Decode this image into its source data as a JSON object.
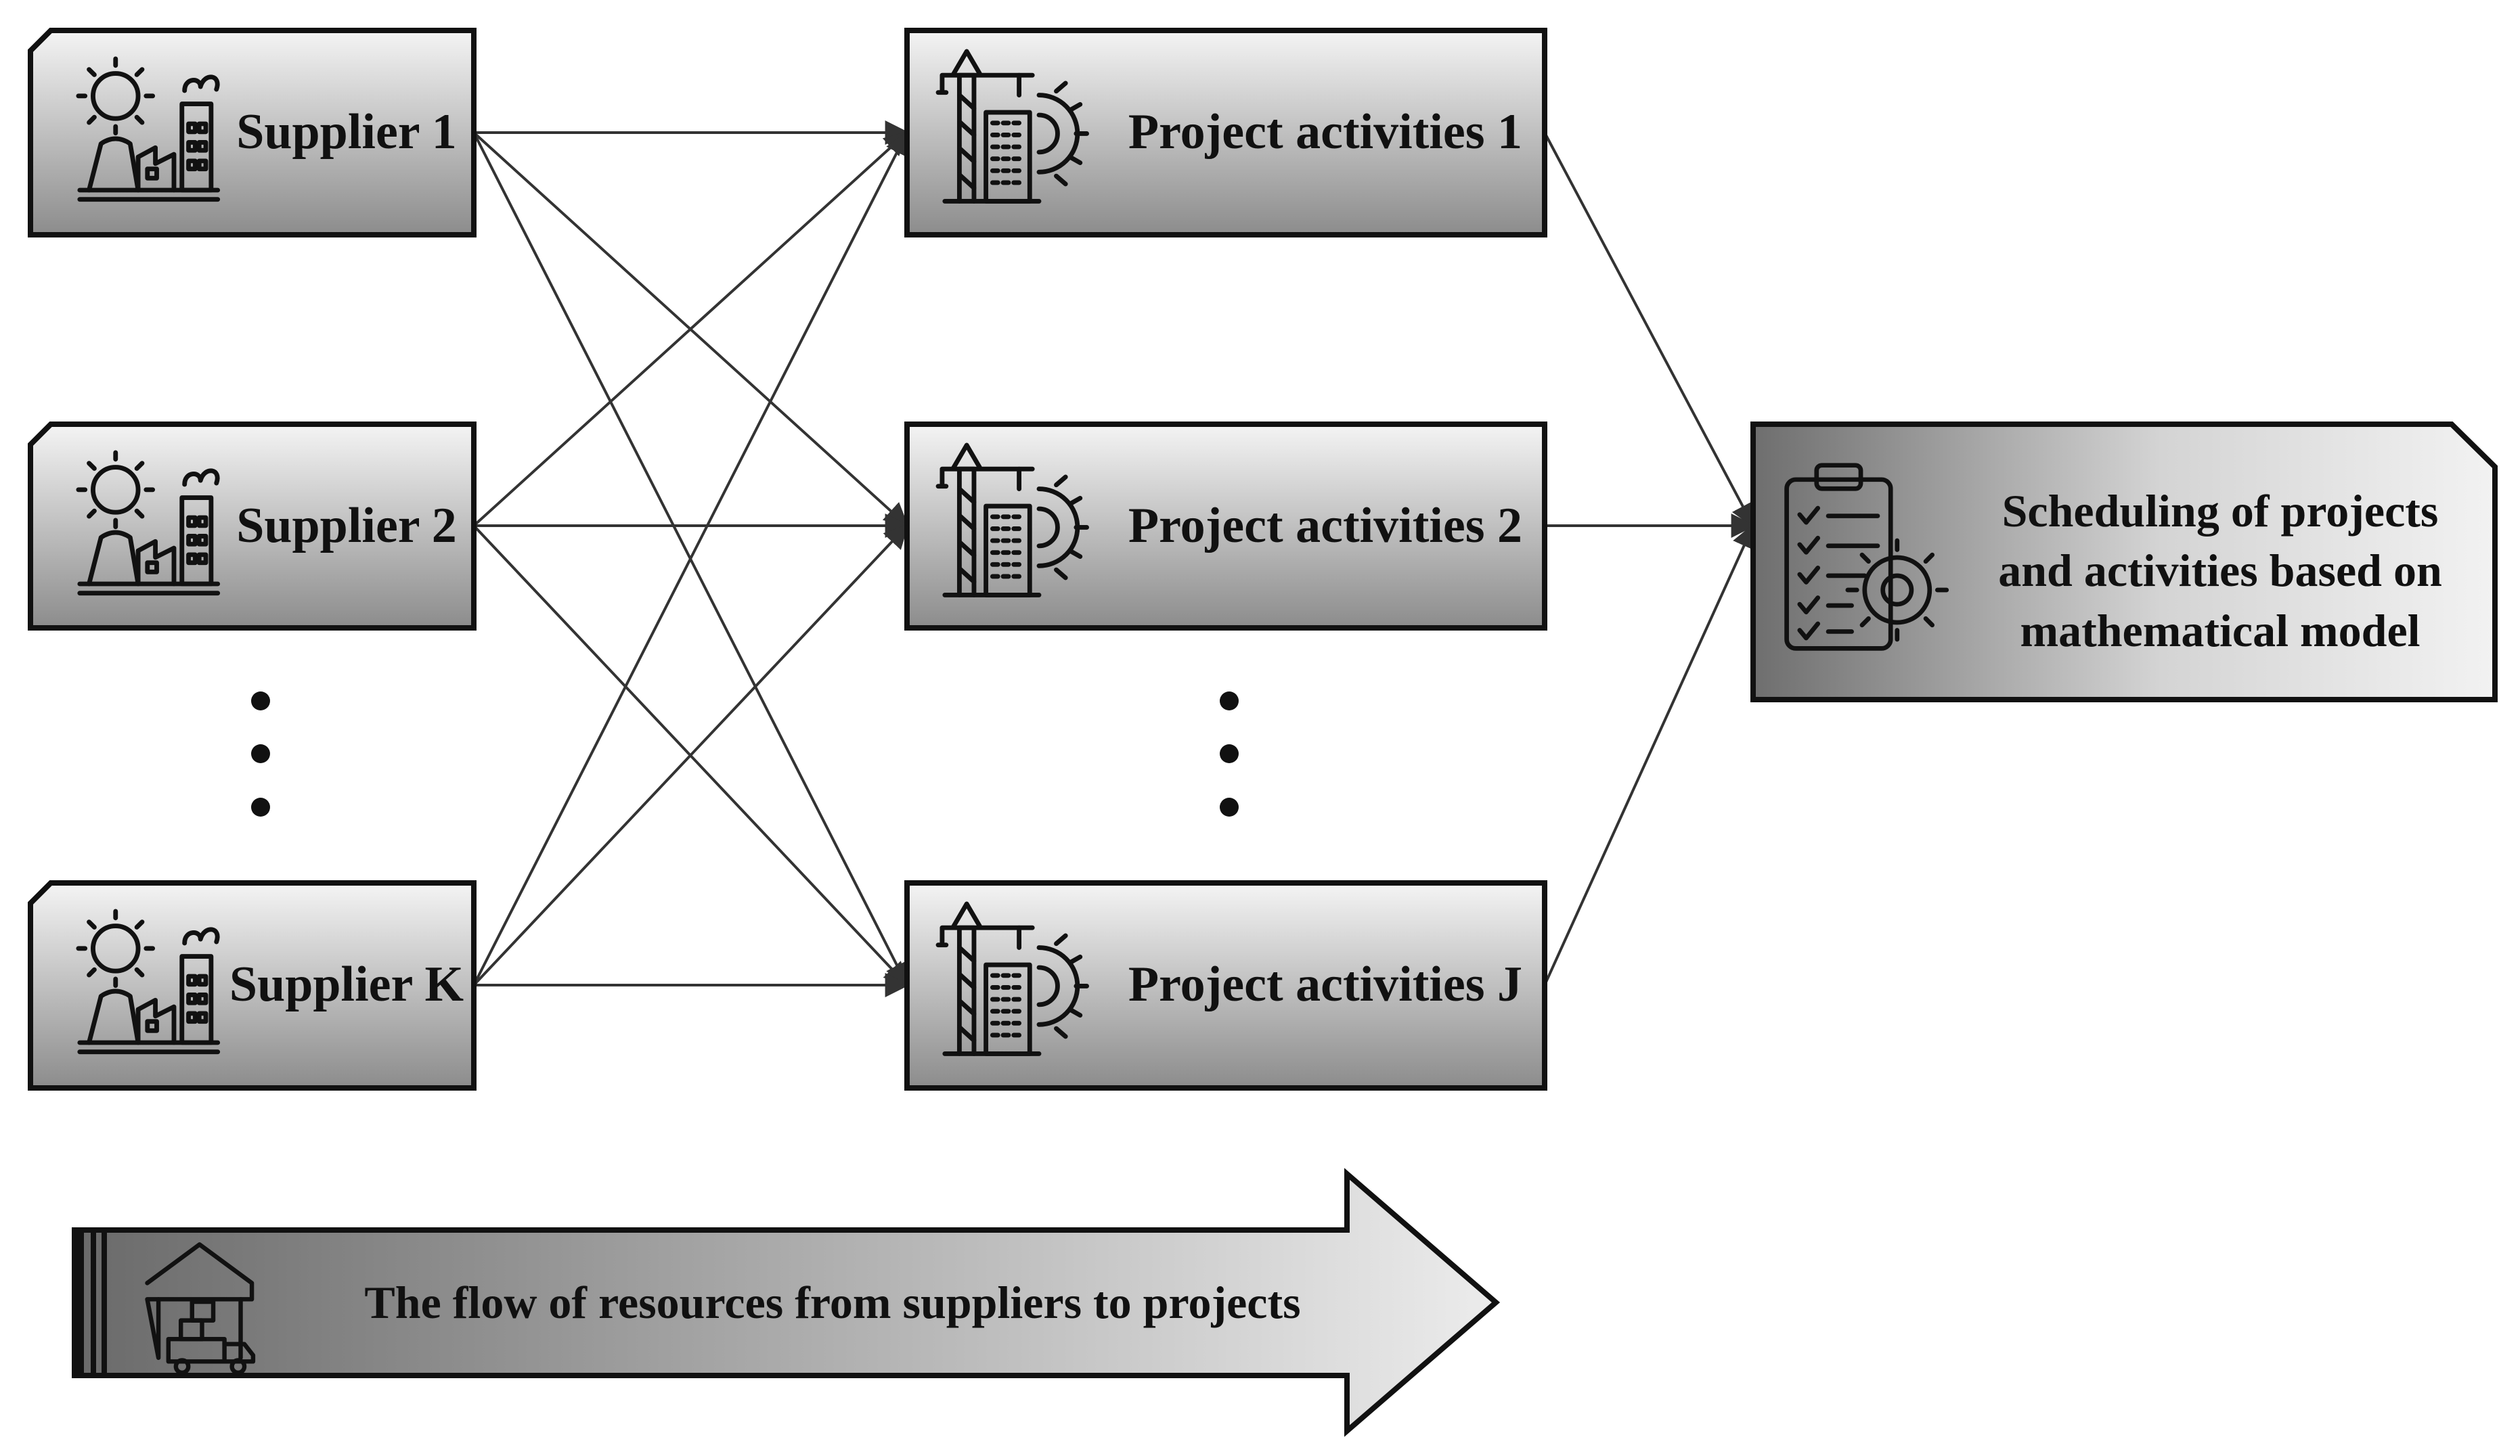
{
  "suppliers": [
    {
      "label": "Supplier 1"
    },
    {
      "label": "Supplier 2"
    },
    {
      "label": "Supplier K"
    }
  ],
  "projects": [
    {
      "label": "Project activities 1"
    },
    {
      "label": "Project activities 2"
    },
    {
      "label": "Project activities J"
    }
  ],
  "scheduler": {
    "lines": [
      "Scheduling of projects",
      "and activities based on",
      "mathematical model"
    ]
  },
  "flow_arrow": {
    "label": "The flow of resources from suppliers to projects"
  },
  "icons": {
    "supplier": "factory-gear-icon",
    "project": "construction-crane-gear-icon",
    "scheduler": "clipboard-checklist-gear-icon",
    "flow": "warehouse-truck-icon"
  },
  "colors": {
    "box_gradient_top": "#f4f4f4",
    "box_gradient_bottom": "#8c8c8c",
    "border": "#111111",
    "connector": "#333333"
  }
}
